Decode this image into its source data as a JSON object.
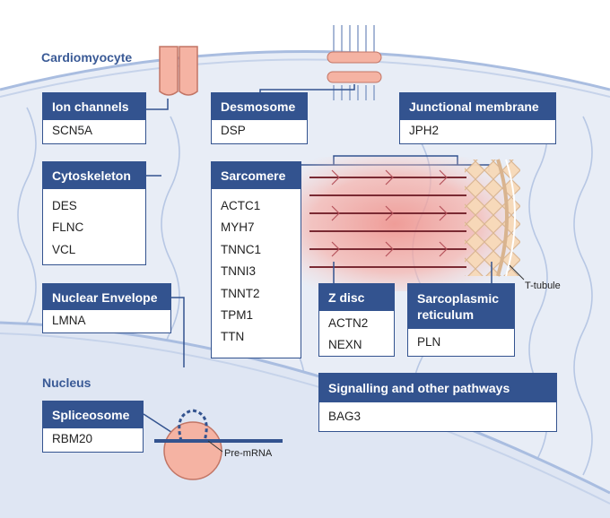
{
  "labels": {
    "cell": "Cardiomyocyte",
    "nucleus": "Nucleus",
    "t_tubule": "T-tubule",
    "pre_mrna": "Pre-mRNA"
  },
  "boxes": {
    "ion_channels": {
      "title": "Ion channels",
      "genes": [
        "SCN5A"
      ]
    },
    "desmosome": {
      "title": "Desmosome",
      "genes": [
        "DSP"
      ]
    },
    "junctional_membrane": {
      "title": "Junctional membrane",
      "genes": [
        "JPH2"
      ]
    },
    "cytoskeleton": {
      "title": "Cytoskeleton",
      "genes": [
        "DES",
        "FLNC",
        "VCL"
      ]
    },
    "sarcomere": {
      "title": "Sarcomere",
      "genes": [
        "ACTC1",
        "MYH7",
        "TNNC1",
        "TNNI3",
        "TNNT2",
        "TPM1",
        "TTN"
      ]
    },
    "nuclear_envelope": {
      "title": "Nuclear Envelope",
      "genes": [
        "LMNA"
      ]
    },
    "z_disc": {
      "title": "Z disc",
      "genes": [
        "ACTN2",
        "NEXN"
      ]
    },
    "sarcoplasmic_reticulum": {
      "title_line1": "Sarcoplasmic",
      "title_line2": "reticulum",
      "genes": [
        "PLN"
      ]
    },
    "signalling": {
      "title": "Signalling and other pathways",
      "genes": [
        "BAG3"
      ]
    },
    "spliceosome": {
      "title": "Spliceosome",
      "genes": [
        "RBM20"
      ]
    }
  },
  "colors": {
    "header": "#33538f",
    "cell_fill": "#e9eef7",
    "membrane": "#a9bde0",
    "channel": "#f5b3a3",
    "sarcomere_glow": "#f4b3ad",
    "filament": "#7a2a33"
  }
}
